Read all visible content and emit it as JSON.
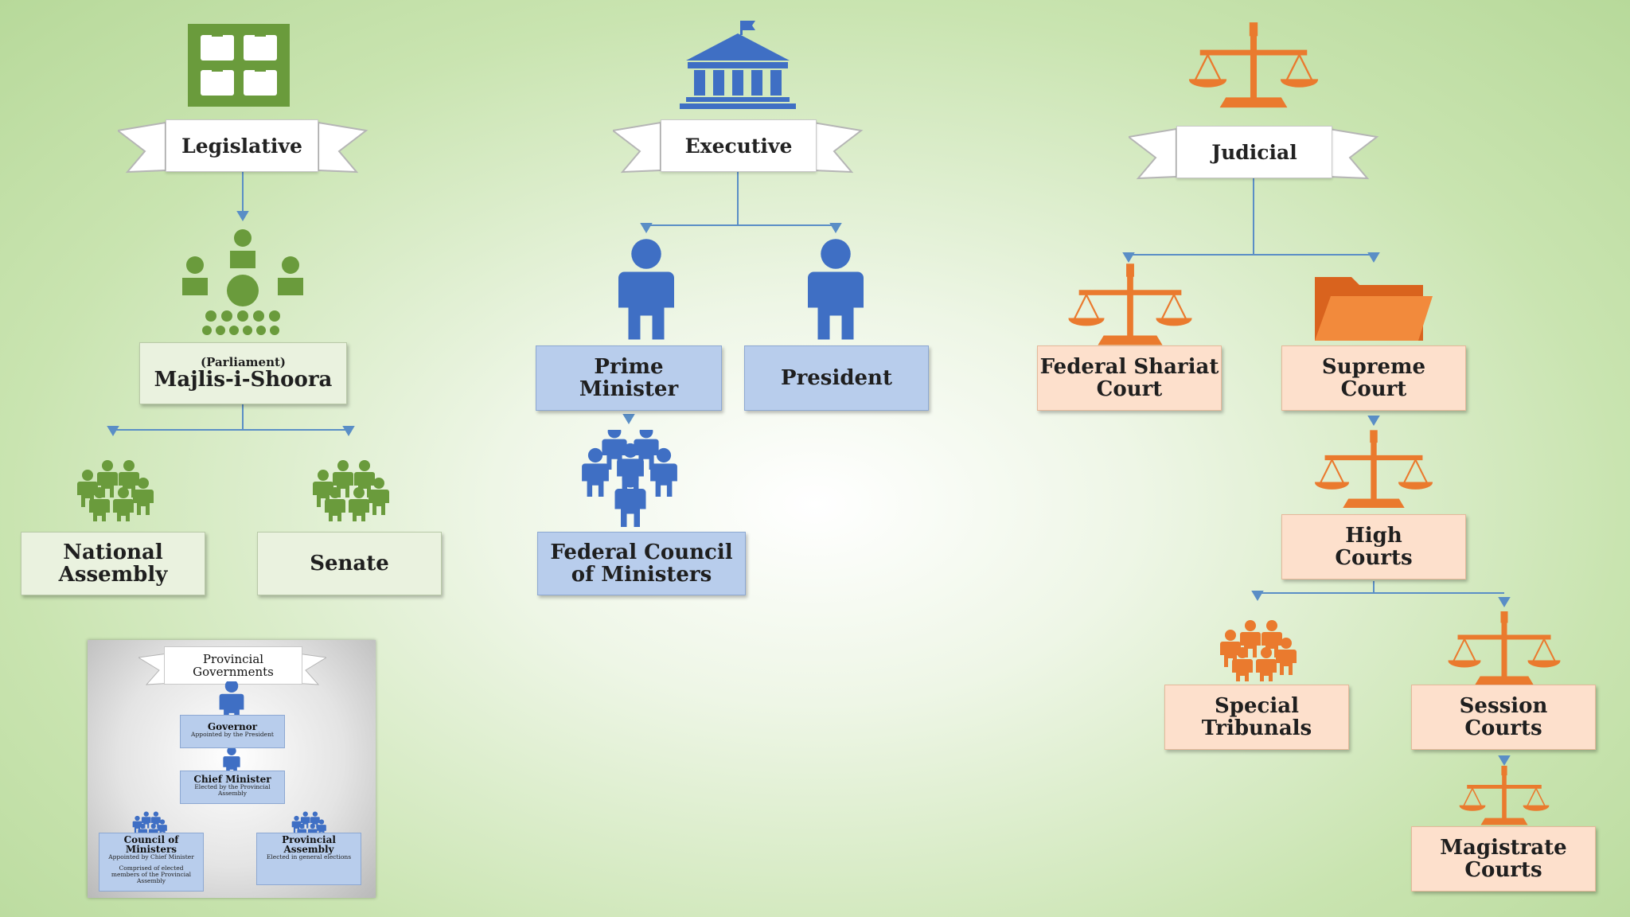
{
  "colors": {
    "legislative": "#6a9b3c",
    "executive": "#3f6fc4",
    "judicial": "#ea7a2e"
  },
  "legislative": {
    "icon": "ballot-grid-icon",
    "title": "Legislative",
    "parliament_small": "(Parliament)",
    "parliament": "Majlis-i-Shoora",
    "national_assembly": [
      "National",
      "Assembly"
    ],
    "senate": "Senate"
  },
  "executive": {
    "icon": "government-building-icon",
    "title": "Executive",
    "prime_minister": [
      "Prime",
      "Minister"
    ],
    "president": "President",
    "federal_council": [
      "Federal Council",
      "of Ministers"
    ]
  },
  "judicial": {
    "icon": "scales-icon",
    "title": "Judicial",
    "federal_shariat": [
      "Federal Shariat",
      "Court"
    ],
    "supreme_court": [
      "Supreme",
      "Court"
    ],
    "high_courts": [
      "High",
      "Courts"
    ],
    "special_tribunals": [
      "Special",
      "Tribunals"
    ],
    "session_courts": [
      "Session",
      "Courts"
    ],
    "magistrate_courts": [
      "Magistrate",
      "Courts"
    ]
  },
  "provincial": {
    "title": [
      "Provincial",
      "Governments"
    ],
    "governor": {
      "title": "Governor",
      "sub": "Appointed by the President"
    },
    "chief_minister": {
      "title": "Chief Minister",
      "sub": [
        "Elected by the Provincial",
        "Assembly"
      ]
    },
    "council": {
      "title": [
        "Council of",
        "Ministers"
      ],
      "sub": "Appointed by Chief Minister",
      "note": [
        "Comprised of elected",
        "members of the Provincial",
        "Assembly"
      ]
    },
    "assembly": {
      "title": [
        "Provincial",
        "Assembly"
      ],
      "sub": "Elected in general elections"
    }
  }
}
